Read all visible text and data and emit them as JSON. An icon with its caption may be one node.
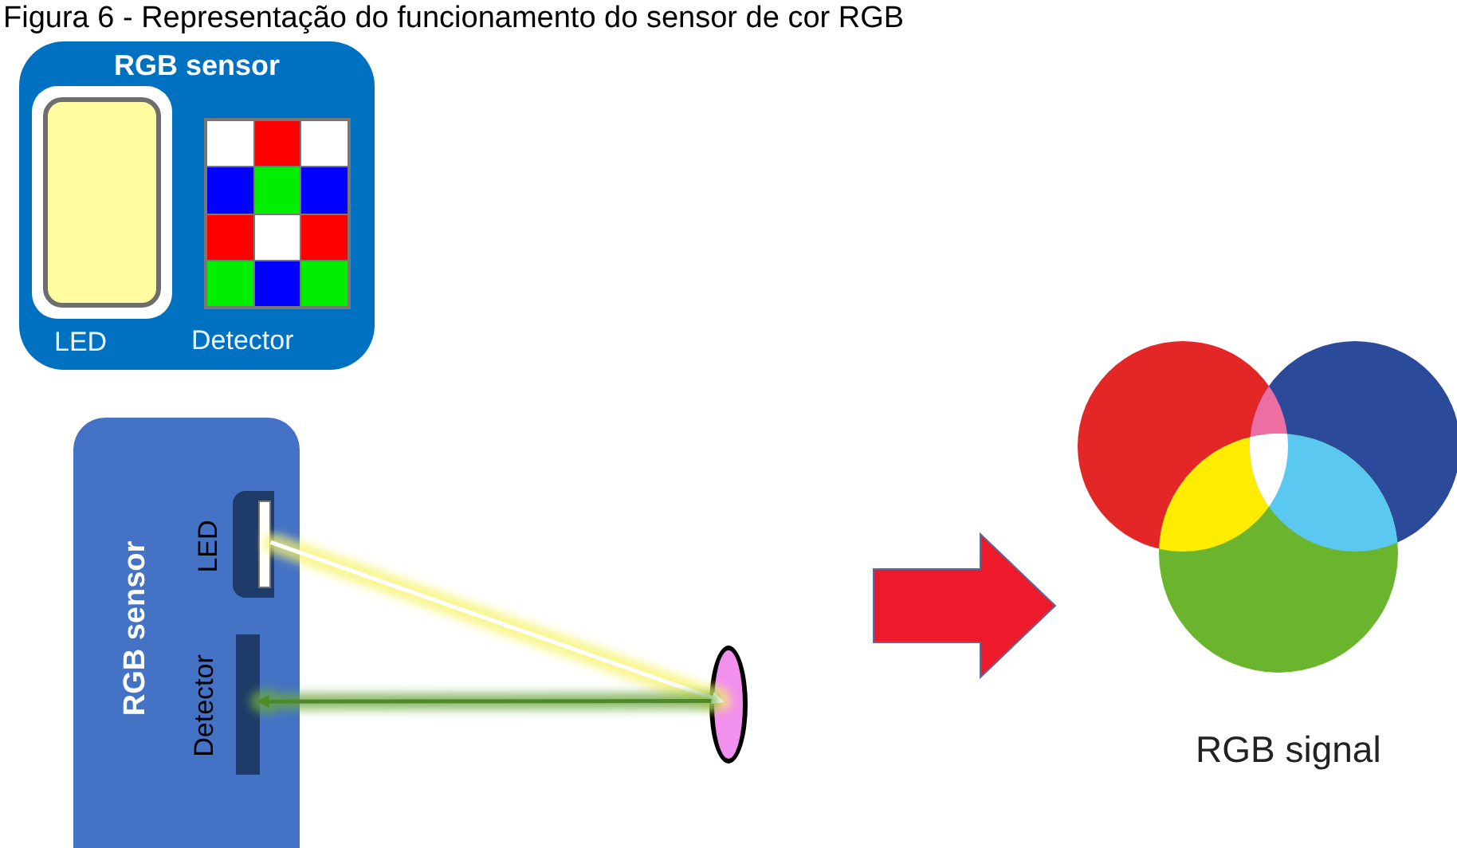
{
  "diagram": {
    "title": "Figura 6 - Representação do funcionamento do sensor de cor RGB",
    "nodes": [
      {
        "text": [
          "RGB sensor"
        ]
      },
      {
        "text": [
          "LED"
        ],
        "in": 0
      },
      {
        "text": [
          "Detector"
        ],
        "in": 0
      },
      {
        "text": [
          "RGB sensor"
        ]
      },
      {
        "text": [
          "LED"
        ],
        "in": 3
      },
      {
        "text": [
          "Detector"
        ],
        "in": 3
      },
      {
        "text": [],
        "shape": "ellipse"
      },
      {
        "text": [
          "RGB signal"
        ]
      }
    ],
    "edges": [
      {
        "from": 4,
        "to": 6,
        "arrow": "to",
        "color": "#ffffff"
      },
      {
        "from": 6,
        "to": 5,
        "arrow": "to",
        "color": "#4f8a2b"
      },
      {
        "from": null,
        "to": 7,
        "arrow": "to",
        "style": "thick",
        "color": "#ee1a2b"
      }
    ]
  }
}
